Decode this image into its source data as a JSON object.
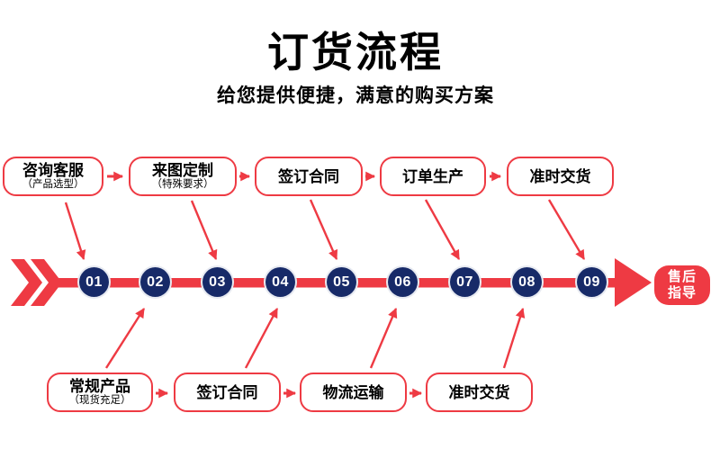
{
  "title": "订货流程",
  "subtitle": "给您提供便捷，满意的购买方案",
  "colors": {
    "accent_red": "#ee3a43",
    "node_navy": "#172a68",
    "text_black": "#000000",
    "background": "#ffffff"
  },
  "top_steps": [
    {
      "label": "咨询客服",
      "sub": "（产品选型）"
    },
    {
      "label": "来图定制",
      "sub": "（特殊要求）"
    },
    {
      "label": "签订合同",
      "sub": ""
    },
    {
      "label": "订单生产",
      "sub": ""
    },
    {
      "label": "准时交货",
      "sub": ""
    }
  ],
  "bottom_steps": [
    {
      "label": "常规产品",
      "sub": "（现货充足）"
    },
    {
      "label": "签订合同",
      "sub": ""
    },
    {
      "label": "物流运输",
      "sub": ""
    },
    {
      "label": "准时交货",
      "sub": ""
    }
  ],
  "timeline": {
    "numbers": [
      "01",
      "02",
      "03",
      "04",
      "05",
      "06",
      "07",
      "08",
      "09"
    ]
  },
  "end_badge": {
    "line1": "售后",
    "line2": "指导"
  }
}
